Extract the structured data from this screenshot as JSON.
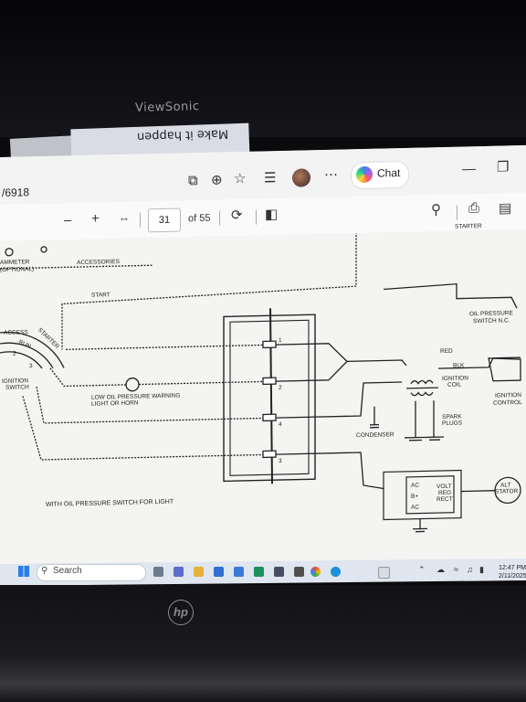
{
  "monitor": {
    "brand": "ViewSonic",
    "sticky_note": "Make it happen",
    "laptop_logo": "hp"
  },
  "browser": {
    "url_fragment": "/6918",
    "chat_label": "Chat",
    "icons": [
      "apps-icon",
      "zoom-icon",
      "favorite-icon",
      "favorites-list-icon",
      "profile-icon",
      "more-icon",
      "copilot-icon",
      "restore-window-icon"
    ]
  },
  "pdf_toolbar": {
    "zoom_out": "–",
    "zoom_in": "+",
    "page_current": "31",
    "page_total": "of 55",
    "icons": [
      "fit-width-icon",
      "rotate-icon",
      "page-view-icon",
      "search-icon",
      "print-icon",
      "save-icon"
    ]
  },
  "diagram": {
    "labels": {
      "ammeter": "AMMETER",
      "optional": "(OPTIONAL)",
      "accessories": "ACCESSORIES",
      "start": "START",
      "starter": "STARTER",
      "access": "ACCESS",
      "starter_arc": "STARTER",
      "run": "RUN",
      "ignition_switch_1": "IGNITION",
      "ignition_switch_2": "SWITCH",
      "low_oil_1": "LOW OIL PRESSURE WARNING",
      "low_oil_2": "LIGHT OR HORN",
      "oil_sw_1": "OIL PRESSURE",
      "oil_sw_2": "SWITCH N.C.",
      "red": "RED",
      "blk": "BLK",
      "ign_coil_1": "IGNITION",
      "ign_coil_2": "COIL",
      "ign_control_1": "IGNITION",
      "ign_control_2": "CONTROL",
      "condenser": "CONDENSER",
      "spark_1": "SPARK",
      "spark_2": "PLUGS",
      "ac1": "AC",
      "bplus": "B+",
      "ac2": "AC",
      "vrr_1": "VOLT",
      "vrr_2": "REG",
      "vrr_3": "RECT",
      "alt_1": "ALT",
      "alt_2": "STATOR",
      "caption": "WITH OIL PRESSURE SWITCH FOR LIGHT",
      "pin1": "1",
      "pin2": "2",
      "pin3": "3",
      "pin4": "4",
      "sw2": "2",
      "sw3": "3"
    }
  },
  "taskbar": {
    "search_placeholder": "Search",
    "time": "12:47 PM",
    "date": "2/11/2025"
  }
}
